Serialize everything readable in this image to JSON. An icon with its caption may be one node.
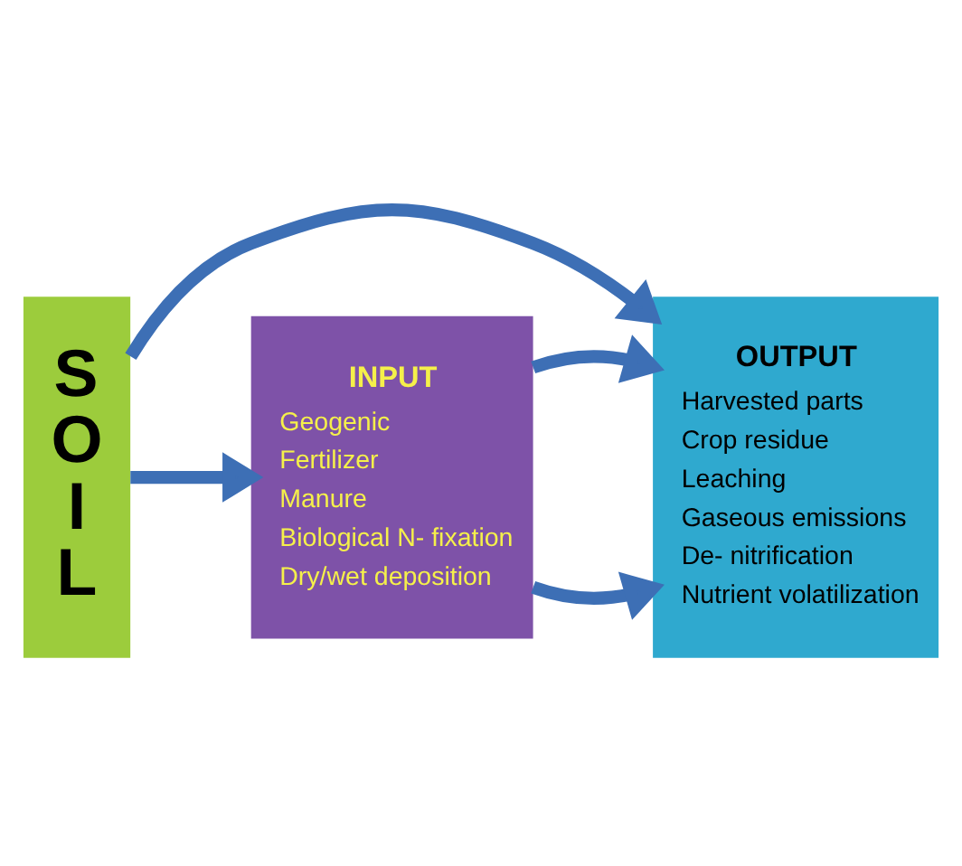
{
  "diagram": {
    "nodes": [
      {
        "text": [
          "INPUT",
          "Geogenic",
          "Fertilizer",
          "Manure",
          "Biological N- fixation",
          "Dry/wet deposition"
        ]
      },
      {
        "text": [
          "S O I L"
        ]
      },
      {
        "text": [
          "OUTPUT",
          "Harvested parts",
          "Crop residue",
          "Leaching",
          "Gaseous emissions",
          "De- nitrification",
          "Nutrient volatilization"
        ]
      }
    ],
    "edges": [
      {
        "from": 1,
        "to": 0,
        "arrow": "to"
      },
      {
        "from": 1,
        "to": 2,
        "arrow": "to"
      },
      {
        "from": 0,
        "to": 2,
        "arrow": "to"
      },
      {
        "from": 0,
        "to": 2,
        "arrow": "to"
      }
    ]
  }
}
